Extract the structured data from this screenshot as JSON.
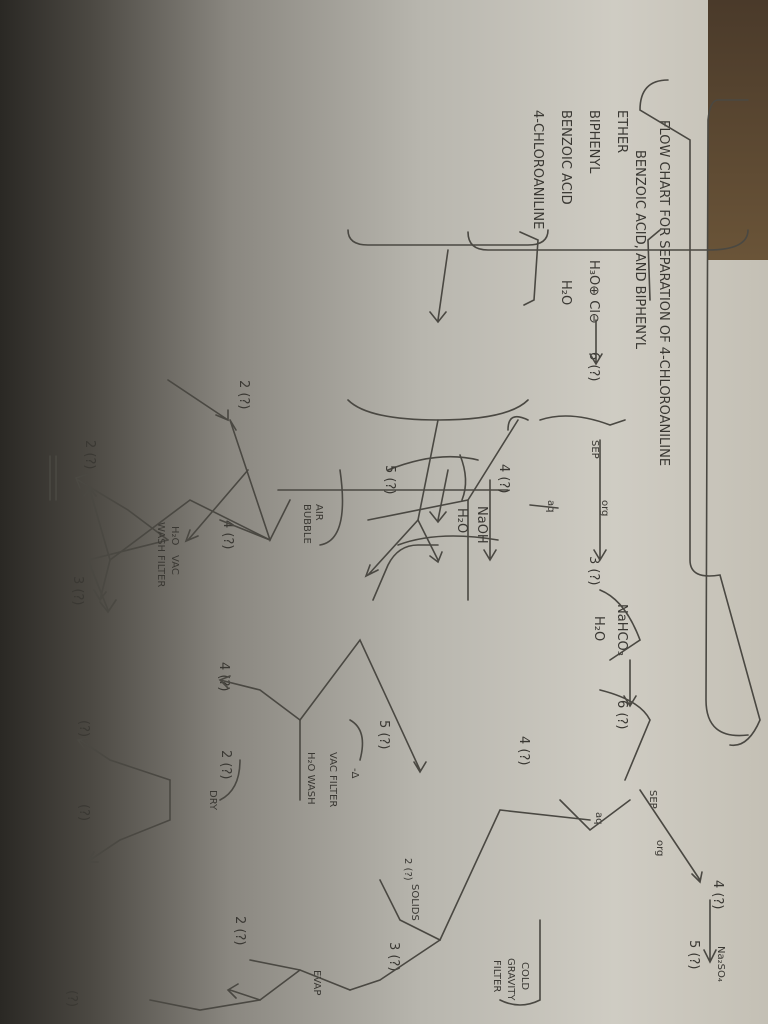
{
  "title": {
    "line1": "FLOW CHART FOR SEPARATION OF 4-CHLOROANILINE",
    "line2": "BENZOIC ACID, AND BIPHENYL"
  },
  "start_mixture": [
    "ETHER",
    "BIPHENYL",
    "BENZOIC ACID",
    "4-CHLOROANILINE"
  ],
  "labels": {
    "h3o_cl": "H₃O⊕ Cl⊖",
    "h2o_1": "H₂O",
    "node_6a": "6 (?)",
    "sep_1": "SEP",
    "org_1": "org",
    "aq_1": "aq",
    "node_3a": "3 (?)",
    "nahco3": "NaHCO₃",
    "h2o_2": "H₂O",
    "node_6b": "6 (?)",
    "sep_2": "SEP",
    "org_2": "org",
    "aq_2": "aq",
    "node_4a": "4 (?)",
    "na2so4": "Na₂SO₄",
    "node_5a": "5 (?)",
    "naoh": "NaOH",
    "h2o_3": "H₂O",
    "node_4b": "4 (?)",
    "node_5b": "5 (?)",
    "air_bubble_1": "AIR",
    "air_bubble_2": "BUBBLE",
    "node_2a": "2 (?)",
    "node_4c": "4 (?)",
    "h2o_wash_1": "H₂O",
    "h2o_wash_2": "WASH",
    "vac_filter_1": "VAC",
    "vac_filter_2": "FILTER",
    "node_2b": "2 (?)",
    "node_3b": "3 (?)",
    "node_4d": "4 (?)",
    "node_5c": "5 (?)",
    "heat": "-Δ",
    "vac_filter_3": "VAC FILTER",
    "h2o_wash_3": "H₂O WASH",
    "node_4e": "4 (?)",
    "node_2c": "2 (?)",
    "dry": "DRY",
    "node_q1": "(?)",
    "node_q2": "(?)",
    "solids": "SOLIDS",
    "node_2d": "2 (?)",
    "node_3c": "3 (?)",
    "cold": "COLD",
    "gravity": "GRAVITY",
    "filter": "FILTER",
    "node_2e": "2 (?)",
    "evap": "EVAP",
    "node_q3": "(?)"
  },
  "colors": {
    "ink": "#3a3833",
    "paper": "#c4c0b5"
  }
}
